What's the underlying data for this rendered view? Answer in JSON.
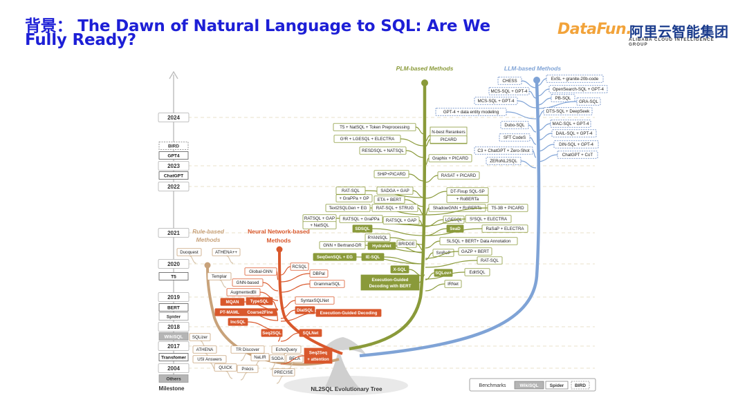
{
  "slide": {
    "title": "背景： The Dawn of Natural Language to SQL: Are We Fully Ready?"
  },
  "logos": {
    "datafun": "DataFun.",
    "alibaba_cn": "阿里云智能集团",
    "alibaba_en": "ALIBABA CLOUD INTELLIGENCE GROUP"
  },
  "colors": {
    "title": "#1d1fd6",
    "rule": "#c8a27a",
    "neural": "#d9582c",
    "plm": "#8a9a3a",
    "llm": "#7fa3d6",
    "axis": "#bdbdbd"
  },
  "branches": {
    "rule": "Rule-based Methods",
    "neural": "Neural Network-based Methods",
    "plm": "PLM-based Methods",
    "llm": "LLM-based Methods",
    "tree": "NL2SQL Evolutionary Tree"
  },
  "timeline": {
    "label": "Milestone",
    "years": [
      "2024",
      "2023",
      "2022",
      "2021",
      "2020",
      "2019",
      "2018",
      "2017",
      "2004"
    ],
    "events": [
      "BIRD",
      "GPT4",
      "ChatGPT",
      "T5",
      "BERT",
      "Spider",
      "WikiSQL",
      "Transfomer",
      "Others"
    ]
  },
  "legend": {
    "title": "Benchmarks",
    "items": [
      "WikiSQL",
      "Spider",
      "BIRD"
    ]
  },
  "methods": {
    "rule": [
      "Duoquest",
      "ATHENA++",
      "Templar",
      "SQLizer",
      "ATHENA",
      "USI Answers",
      "TR Discover",
      "NaLIR",
      "QUICK",
      "Précis",
      "EchoQuery",
      "SODA",
      "BELA",
      "PRECISE"
    ],
    "neural": [
      "RCSQL",
      "Global-GNN",
      "DBPal",
      "GNN-based",
      "GrammarSQL",
      "AugmentedBI",
      "MQAN",
      "TypeSQL",
      "SyntaxSQLNet",
      "PT-MAML",
      "Coarse2Fine",
      "DialSQL",
      "Execution-Guided Decoding",
      "IncSQL",
      "Seq2SQL",
      "SQLNet",
      "Seq2Seq + attention"
    ],
    "plm": [
      "T5 + NatSQL + Token Preprocessing",
      "N-best Rerankers",
      "PICARD",
      "G³R + LGESQL + ELECTRA",
      "RESDSQL + NATSQL",
      "Graphix + PICARD",
      "SHiP+PICARD",
      "RASAT + PICARD",
      "RAT-SQL",
      "+ GraPPa + GP",
      "SADGA + GAP",
      "ETA + BERT",
      "DT-Fixup SQL-SP",
      "+ RoBERTa",
      "Text2SQLGen + EG",
      "RAT-SQL + STRUG",
      "ShadowGNN + RoBERTa",
      "T5-3B + PICARD",
      "RATSQL + GAP",
      "+ NatSQL",
      "RATSQL + GraPPa",
      "RATSQL + GAP",
      "LGESQL",
      "S²SQL + ELECTRA",
      "SDSQL",
      "SeaD",
      "RaSaP + ELECTRA",
      "RYANSQL",
      "GNN + Bertrand-DR",
      "HydraNet",
      "BRIDGE",
      "SLSQL + BERT+ Data Annotation",
      "SeqGenSQL + EG",
      "IE-SQL",
      "SmBoP",
      "GAZP + BERT",
      "RAT-SQL",
      "X-SQL",
      "SQLova",
      "EditSQL",
      "Execution-Guided",
      "Decoding with BERT",
      "IRNet"
    ],
    "llm": [
      "CHESS",
      "ExSL + granite-20b-code",
      "MCS-SQL + GPT-4",
      "OpenSearch-SQL + GPT-4",
      "MCS-SQL + GPT-4",
      "PB-SQL",
      "GRA-SQL",
      "GPT-4 + data entity modeling",
      "DTS-SQL + DeepSeek",
      "Dubo-SQL",
      "MAC-SQL + GPT-4",
      "DAIL-SQL + GPT-4",
      "SFT CodeS",
      "DIN-SQL + GPT-4",
      "C3 + ChatGPT + Zero-Shot",
      "ChatGPT + CoT",
      "ZERoNL2SQL"
    ]
  }
}
